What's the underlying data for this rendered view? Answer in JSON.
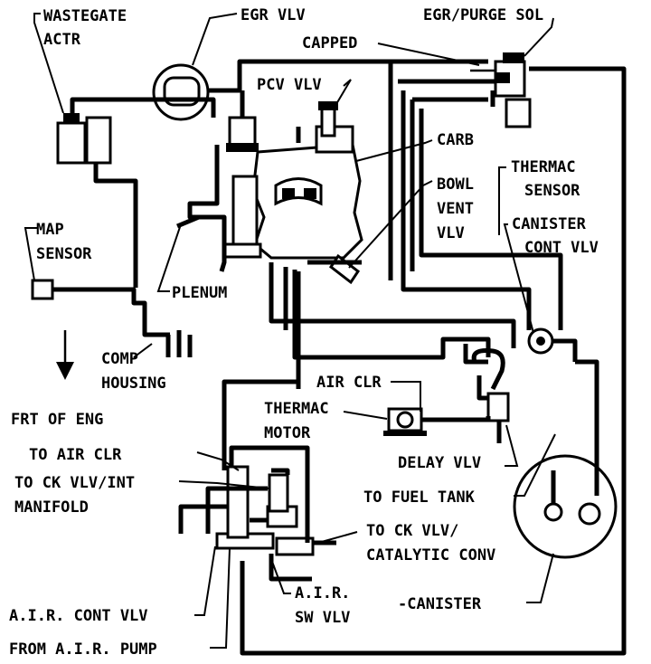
{
  "labels": {
    "wastegate_1": "WASTEGATE",
    "wastegate_2": "ACTR",
    "egr_vlv": "EGR VLV",
    "egr_purge_sol": "EGR/PURGE SOL",
    "capped": "CAPPED",
    "pcv_vlv": "PCV VLV",
    "carb": "CARB",
    "bowl_vent_1": "BOWL",
    "bowl_vent_2": "VENT",
    "bowl_vent_3": "VLV",
    "thermac_sensor_1": "THERMAC",
    "thermac_sensor_2": "SENSOR",
    "canister_cont_1": "CANISTER",
    "canister_cont_2": "CONT VLV",
    "map_sensor_1": "MAP",
    "map_sensor_2": "SENSOR",
    "plenum": "PLENUM",
    "comp_housing_1": "COMP",
    "comp_housing_2": "HOUSING",
    "air_clr": "AIR CLR",
    "thermac_motor_1": "THERMAC",
    "thermac_motor_2": "MOTOR",
    "frt_of_eng": "FRT OF ENG",
    "to_air_clr": "TO AIR CLR",
    "to_ck_vlv_int_1": "TO CK VLV/INT",
    "to_ck_vlv_int_2": "MANIFOLD",
    "delay_vlv": "DELAY VLV",
    "to_fuel_tank": "TO FUEL TANK",
    "to_ck_vlv_cat_1": "TO CK VLV/",
    "to_ck_vlv_cat_2": "CATALYTIC CONV",
    "air_sw_vlv_1": "A.I.R.",
    "air_sw_vlv_2": "SW VLV",
    "air_cont_vlv": "A.I.R. CONT VLV",
    "canister": "-CANISTER",
    "from_air_pump": "FROM A.I.R. PUMP"
  }
}
